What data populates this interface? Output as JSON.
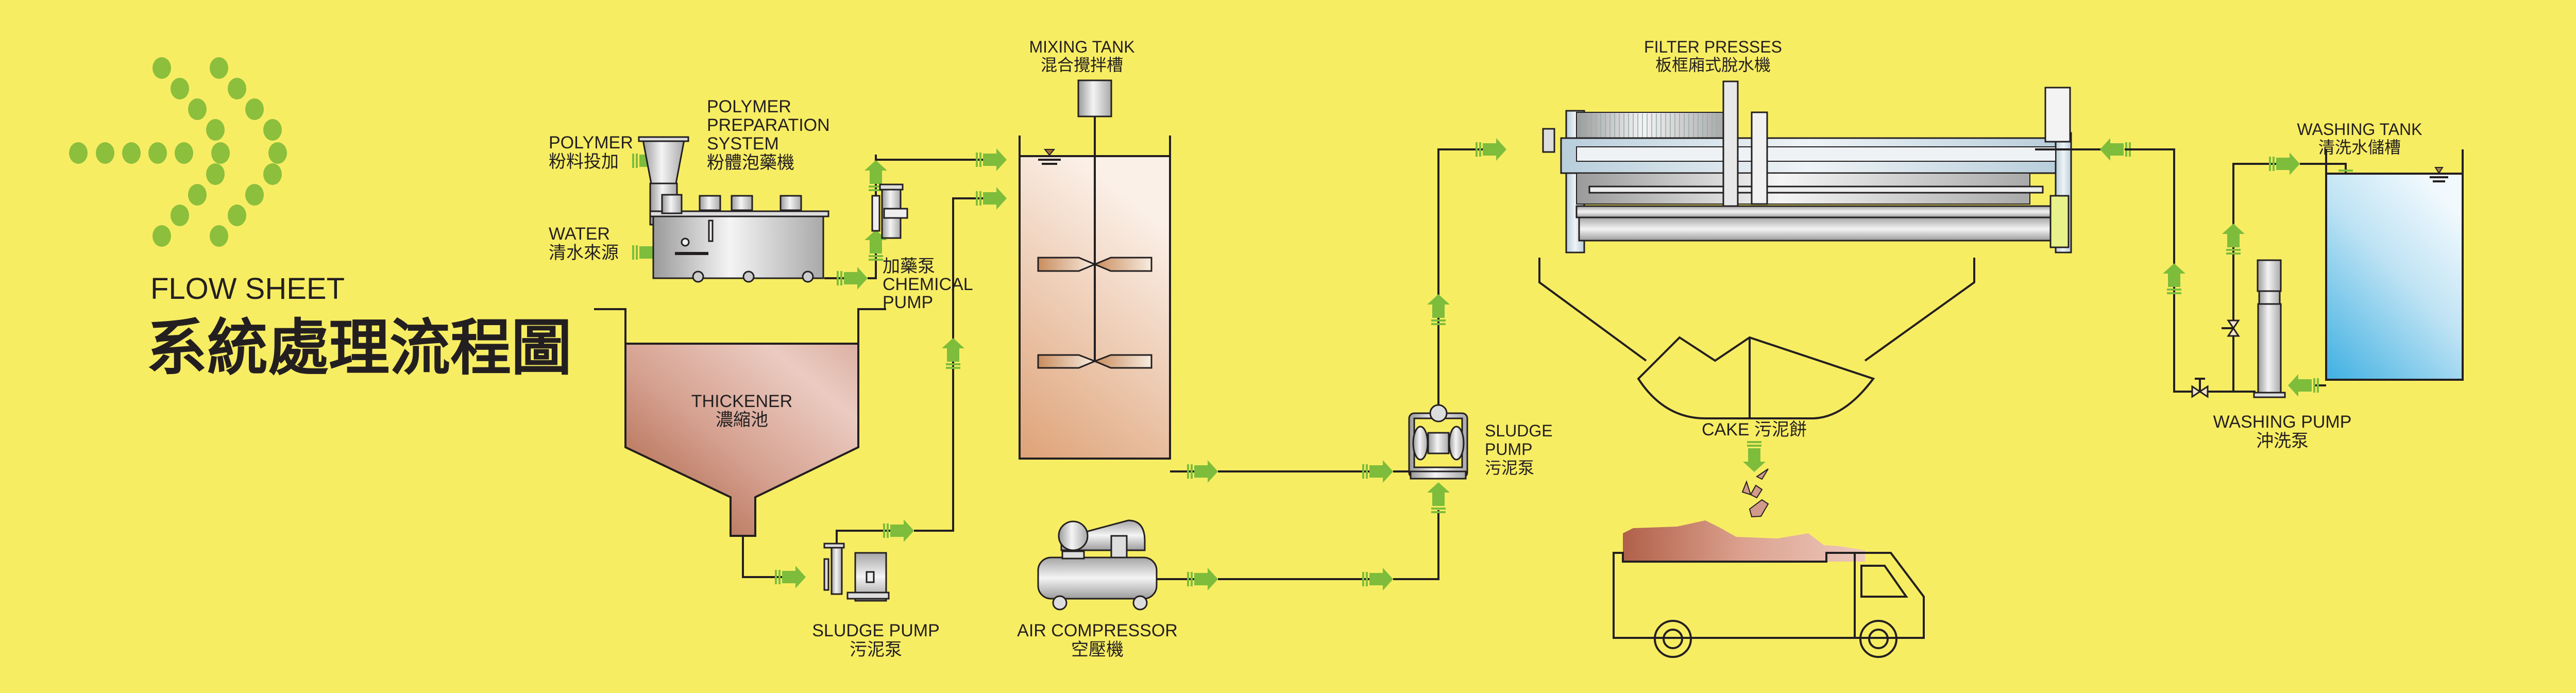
{
  "colors": {
    "background": "#f7ed63",
    "arrow_green": "#7dbd3b",
    "logo_dot_green": "#8bbf3c",
    "line": "#231f20",
    "sludge_brown": "#b06a4c",
    "mixing_tank_fill": "#e2a57a",
    "washing_water_blue": "#4fb4e3"
  },
  "header": {
    "logo_icon": "dotted-arrow-icon",
    "title_en": "FLOW SHEET",
    "title_zh": "系統處理流程圖"
  },
  "inputs": {
    "polymer": {
      "en": "POLYMER",
      "zh": "粉料投加"
    },
    "water": {
      "en": "WATER",
      "zh": "清水來源"
    }
  },
  "equipment": {
    "polymer_system": {
      "line1": "POLYMER",
      "line2": "PREPARATION",
      "line3": "SYSTEM",
      "zh": "粉體泡藥機"
    },
    "chemical_pump": {
      "zh": "加藥泵",
      "line1": "CHEMICAL",
      "line2": "PUMP"
    },
    "thickener": {
      "en": "THICKENER",
      "zh": "濃縮池"
    },
    "sludge_pump_1": {
      "en": "SLUDGE PUMP",
      "zh": "污泥泵"
    },
    "mixing_tank": {
      "en": "MIXING TANK",
      "zh": "混合攪拌槽"
    },
    "air_compressor": {
      "en": "AIR COMPRESSOR",
      "zh": "空壓機"
    },
    "sludge_pump_2": {
      "line1": "SLUDGE",
      "line2": "PUMP",
      "zh": "污泥泵"
    },
    "filter_presses": {
      "en": "FILTER PRESSES",
      "zh": "板框廂式脫水機"
    },
    "cake": {
      "label": "CAKE 污泥餅"
    },
    "washing_tank": {
      "en": "WASHING TANK",
      "zh": "清洗水儲槽"
    },
    "washing_pump": {
      "en": "WASHING PUMP",
      "zh": "沖洗泵"
    }
  }
}
